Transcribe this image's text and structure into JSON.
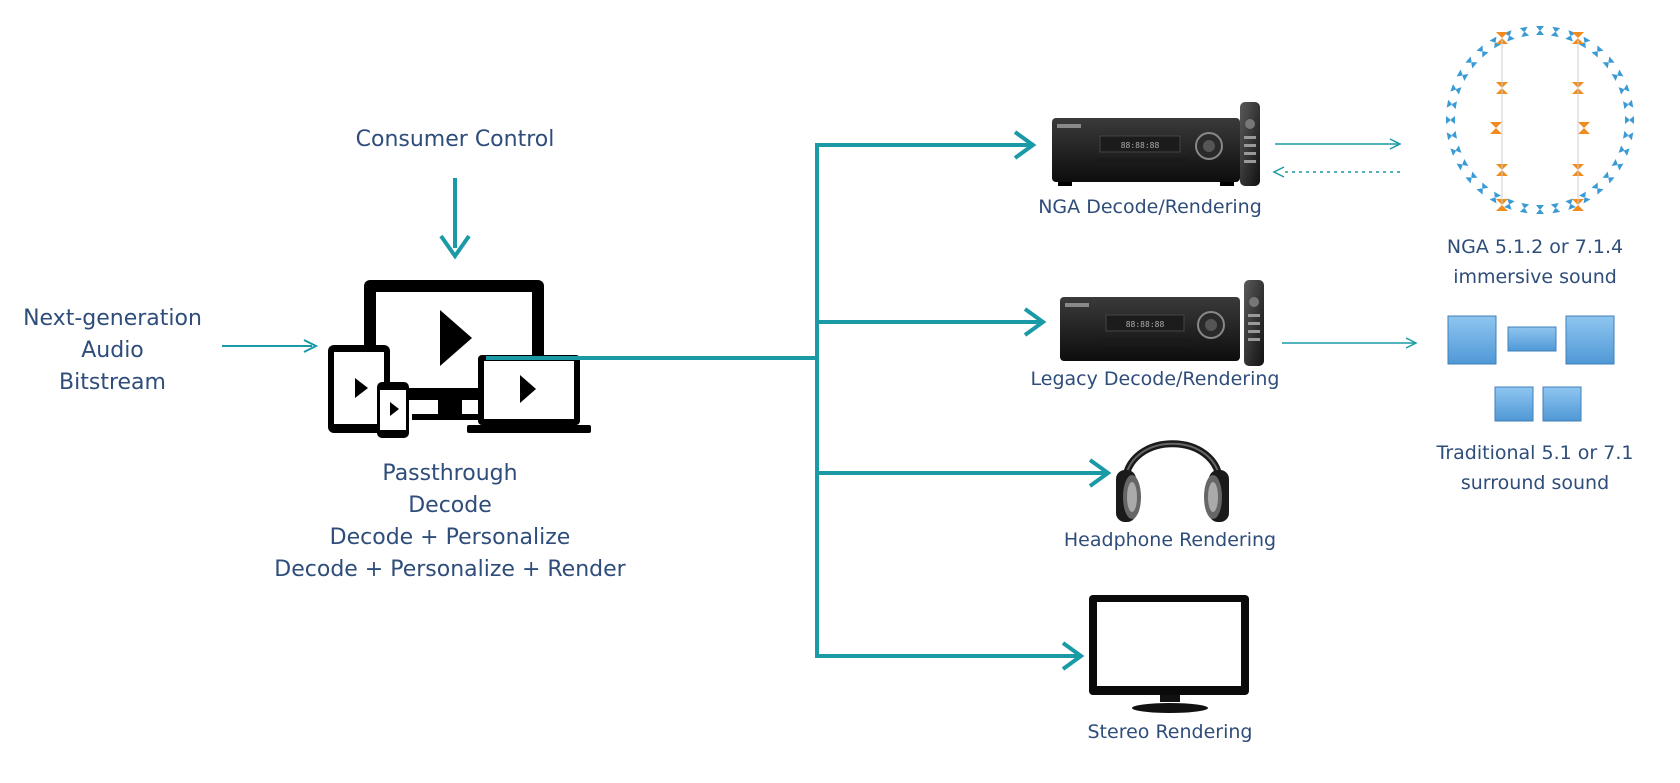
{
  "colors": {
    "arrow": "#1a9aa6",
    "text": "#2e4d7a",
    "speaker_orange": "#f08c1e",
    "speaker_blue": "#3a9ad6",
    "box_blue": "#6fb3e8"
  },
  "labels": {
    "consumer_control": "Consumer Control",
    "input_lines": [
      "Next-generation",
      "Audio",
      "Bitstream"
    ],
    "device_modes": [
      "Passthrough",
      "Decode",
      "Decode + Personalize",
      "Decode + Personalize + Render"
    ],
    "nga_decode": "NGA Decode/Rendering",
    "legacy_decode": "Legacy Decode/Rendering",
    "headphone": "Headphone Rendering",
    "stereo": "Stereo Rendering",
    "nga_sound_lines": [
      "NGA 5.1.2 or 7.1.4",
      "immersive sound"
    ],
    "traditional_lines": [
      "Traditional 5.1 or 7.1",
      "surround sound"
    ]
  },
  "icons": {
    "devices": "multi-device-play-icon",
    "receiver": "av-receiver-icon",
    "remote": "remote-control-icon",
    "headphones": "headphones-icon",
    "tv": "tv-monitor-icon",
    "speaker_ring": "immersive-speaker-ring-icon",
    "surround_boxes": "surround-speaker-layout-icon"
  }
}
